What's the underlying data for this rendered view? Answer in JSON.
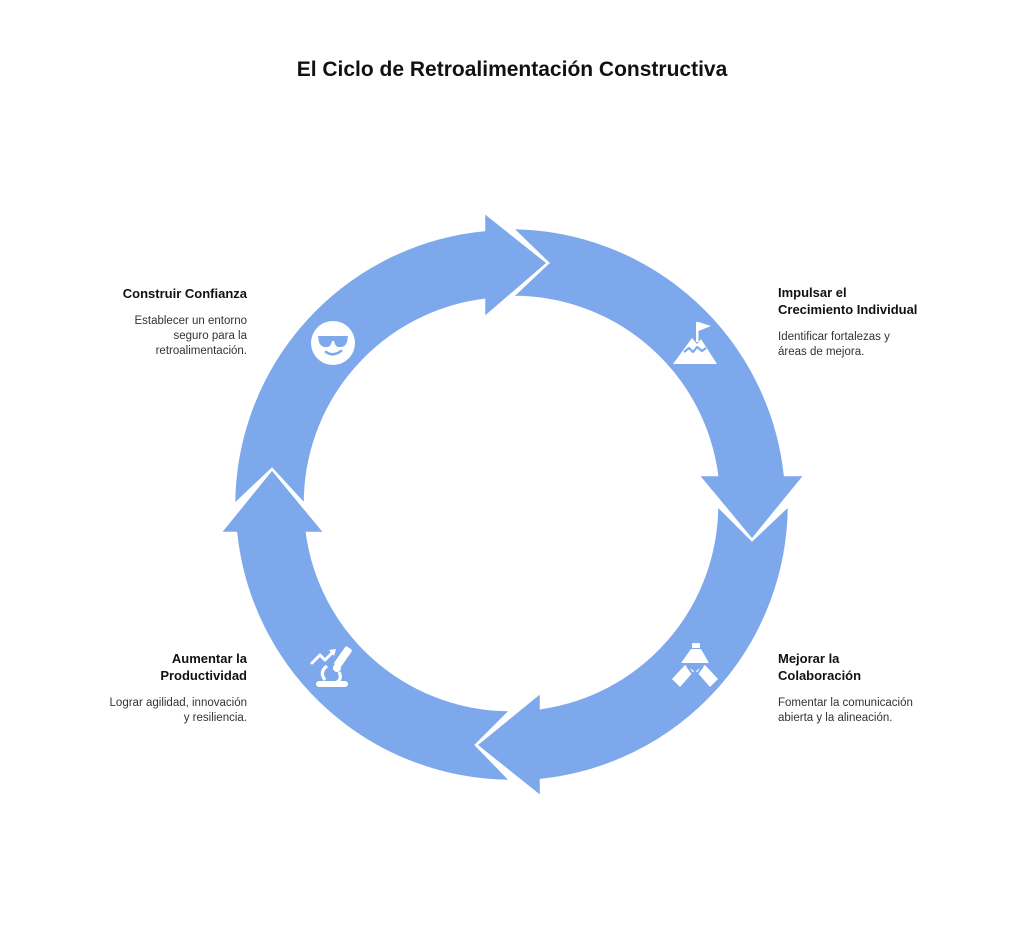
{
  "title": "El Ciclo de Retroalimentación Constructiva",
  "colors": {
    "ring": "#7ea8ec",
    "icon": "#ffffff",
    "text": "#111111"
  },
  "steps": [
    {
      "key": "build-trust",
      "title": "Construir Confianza",
      "description": "Establecer un entorno seguro para la retroalimentación.",
      "icon": "sunglasses-smiley-icon"
    },
    {
      "key": "individual-growth",
      "title": "Impulsar el Crecimiento Individual",
      "description": "Identificar fortalezas y áreas de mejora.",
      "icon": "mountain-flag-icon"
    },
    {
      "key": "collaboration",
      "title": "Mejorar la Colaboración",
      "description": "Fomentar la comunicación abierta y la alineación.",
      "icon": "hands-together-icon"
    },
    {
      "key": "productivity",
      "title": "Aumentar la Productividad",
      "description": "Lograr agilidad, innovación y resiliencia.",
      "icon": "microscope-growth-icon"
    }
  ]
}
